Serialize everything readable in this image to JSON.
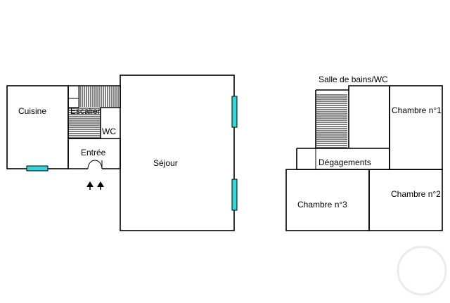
{
  "rooms": {
    "cuisine": "Cuisine",
    "escalier": "Escalier",
    "wc": "WC",
    "entree": "Entrée",
    "sejour": "Séjour",
    "salle_de_bains": "Salle de bains/WC",
    "chambre1": "Chambre n°1",
    "degagements": "Dégagements",
    "chambre2": "Chambre n°2",
    "chambre3": "Chambre n°3"
  },
  "colors": {
    "window": "#33d6d6",
    "wall": "#000000",
    "background": "#ffffff"
  },
  "icons": {
    "entry": "entry-arrows-icon",
    "watermark": "watermark-logo-icon"
  }
}
